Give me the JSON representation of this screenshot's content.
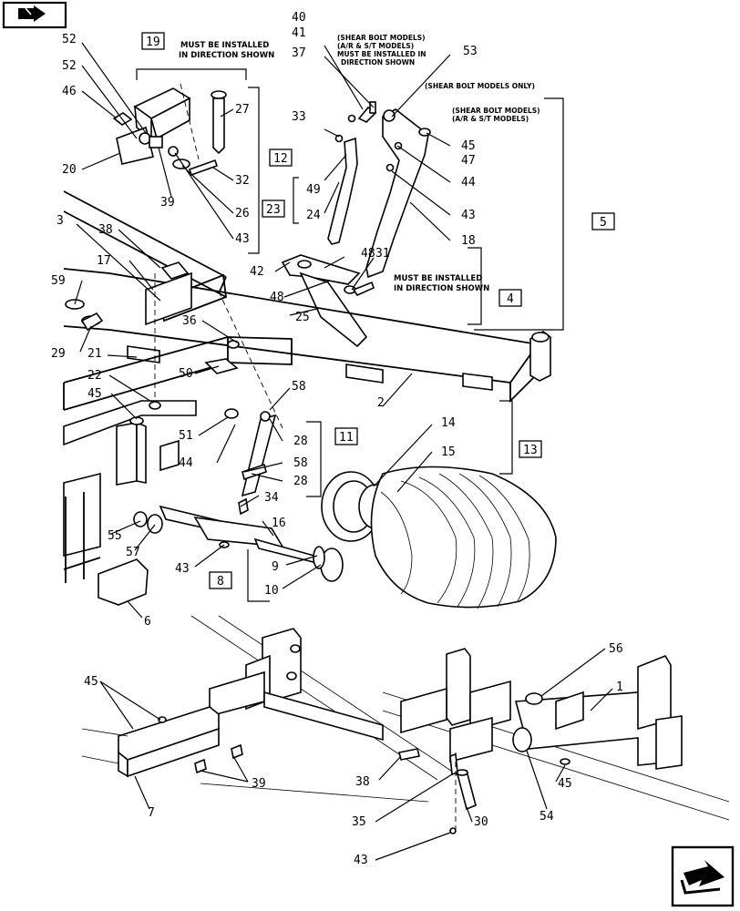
{
  "notes": {
    "install_direction_1": "MUST BE INSTALLED",
    "install_direction_2": "IN DIRECTION SHOWN",
    "shear_bolt_1": "(SHEAR BOLT MODELS)",
    "shear_bolt_2": "(A/R & S/T MODELS)",
    "shear_bolt_3": "MUST BE INSTALLED IN",
    "shear_bolt_4": "DIRECTION SHOWN",
    "shear_bolt_only": "(SHEAR BOLT MODELS ONLY)",
    "shear_bolt_5": "(SHEAR BOLT MODELS)",
    "shear_bolt_6": "(A/R & S/T MODELS)",
    "install_direction_3": "MUST BE INSTALLED",
    "install_direction_4": "IN DIRECTION SHOWN"
  },
  "boxed_callouts": {
    "b19": "19",
    "b12": "12",
    "b23": "23",
    "b5": "5",
    "b4": "4",
    "b11": "11",
    "b13": "13",
    "b8": "8"
  },
  "callouts": {
    "c40": "40",
    "c41": "41",
    "c37": "37",
    "c53": "53",
    "c52a": "52",
    "c52b": "52",
    "c46": "46",
    "c27": "27",
    "c20": "20",
    "c39a": "39",
    "c32": "32",
    "c26": "26",
    "c43a": "43",
    "c33": "33",
    "c49": "49",
    "c24": "24",
    "c45a": "45",
    "c47": "47",
    "c44a": "44",
    "c43b": "43",
    "c18": "18",
    "c3": "3",
    "c38a": "38",
    "c17": "17",
    "c42": "42",
    "c48a": "48",
    "c48b": "48",
    "c31": "31",
    "c25": "25",
    "c59": "59",
    "c36": "36",
    "c29": "29",
    "c21": "21",
    "c50": "50",
    "c22": "22",
    "c2": "2",
    "c58a": "58",
    "c45b": "45",
    "c51": "51",
    "c44b": "44",
    "c28a": "28",
    "c58b": "58",
    "c28b": "28",
    "c14": "14",
    "c15": "15",
    "c34": "34",
    "c16": "16",
    "c55": "55",
    "c57": "57",
    "c43c": "43",
    "c9": "9",
    "c10": "10",
    "c6": "6",
    "c45c": "45",
    "c39b": "39",
    "c7": "7",
    "c56": "56",
    "c1": "1",
    "c38b": "38",
    "c45d": "45",
    "c35": "35",
    "c30": "30",
    "c54": "54",
    "c43d": "43"
  },
  "icons": {
    "top_left": "parts-catalog-hand-icon",
    "bottom_right": "next-page-arrow-icon"
  }
}
